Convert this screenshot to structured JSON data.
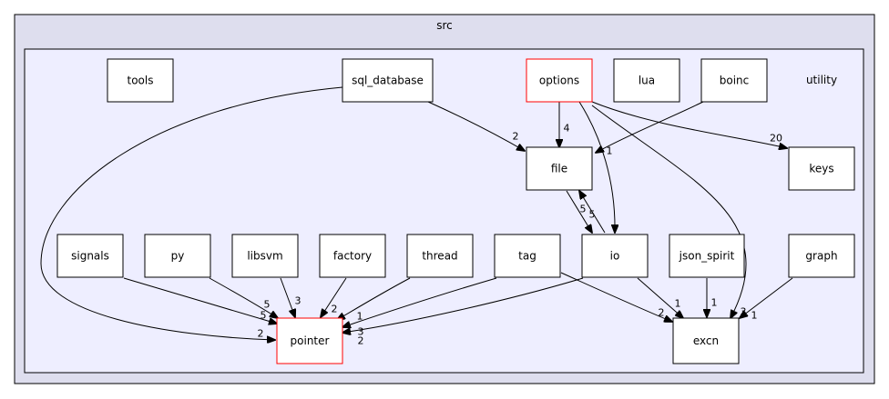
{
  "outer_cluster": {
    "label": "src"
  },
  "inner_cluster": {
    "label": "utility"
  },
  "colors": {
    "outer_fill": "#dedeee",
    "inner_fill": "#eeeeff",
    "highlight_border": "#ff0000"
  },
  "nodes": {
    "tools": "tools",
    "sql_database": "sql_database",
    "options": "options",
    "lua": "lua",
    "boinc": "boinc",
    "file": "file",
    "keys": "keys",
    "signals": "signals",
    "py": "py",
    "libsvm": "libsvm",
    "factory": "factory",
    "thread": "thread",
    "tag": "tag",
    "io": "io",
    "json_spirit": "json_spirit",
    "graph": "graph",
    "pointer": "pointer",
    "excn": "excn"
  },
  "edges": {
    "sql_database_file": "2",
    "options_file": "4",
    "options_io": "1",
    "options_keys": "20",
    "options_excn": "3",
    "file_io": "5",
    "io_file": "5",
    "io_excn": "1",
    "io_pointer": "3",
    "signals_pointer": "5",
    "py_pointer": "5",
    "libsvm_pointer": "3",
    "factory_pointer": "2",
    "thread_pointer": "1",
    "tag_pointer": "2",
    "tag_excn": "2",
    "json_spirit_excn": "1",
    "graph_excn": "1",
    "sql_database_pointer": "2"
  }
}
